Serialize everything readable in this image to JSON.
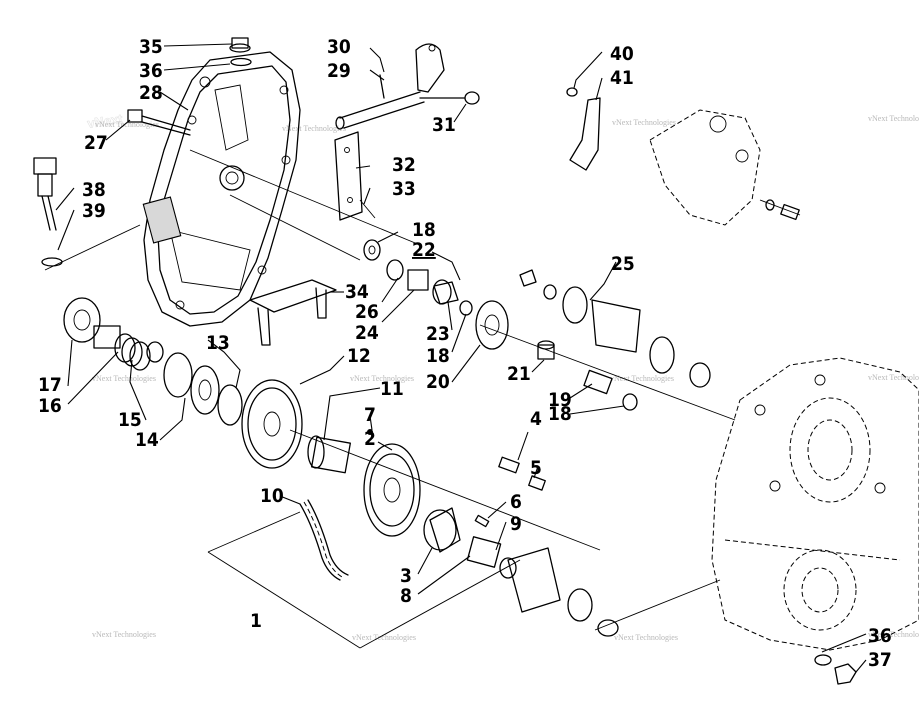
{
  "diagram": {
    "callouts": {
      "c1": "1",
      "c2": "2",
      "c3": "3",
      "c4": "4",
      "c5": "5",
      "c6": "6",
      "c7": "7",
      "c8": "8",
      "c9": "9",
      "c10": "10",
      "c11": "11",
      "c12": "12",
      "c13": "13",
      "c14": "14",
      "c15": "15",
      "c16": "16",
      "c17": "17",
      "c18a": "18",
      "c18b": "18",
      "c18c": "18",
      "c19": "19",
      "c20": "20",
      "c21": "21",
      "c22": "22",
      "c23": "23",
      "c24": "24",
      "c25": "25",
      "c26": "26",
      "c27": "27",
      "c28": "28",
      "c29": "29",
      "c30": "30",
      "c31": "31",
      "c32": "32",
      "c33": "33",
      "c34": "34",
      "c35a": "35",
      "c36a": "36",
      "c36b": "36",
      "c37": "37",
      "c38": "38",
      "c39": "39",
      "c40": "40",
      "c41": "41"
    },
    "watermark": {
      "text": "vNext Technologies"
    }
  }
}
